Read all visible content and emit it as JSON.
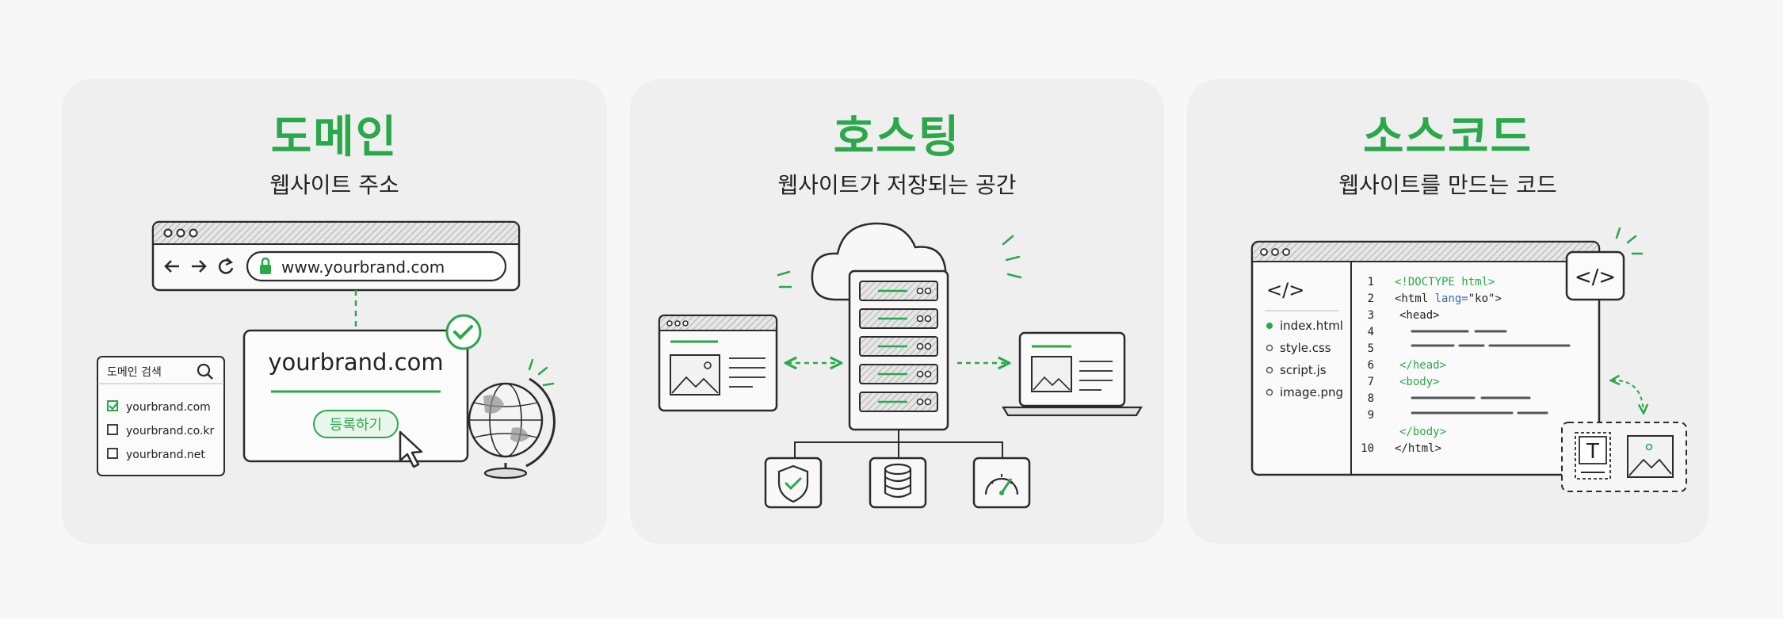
{
  "colors": {
    "accent": "#2aa84a",
    "line": "#2b2b2b",
    "panel": "#efefef",
    "background": "#f7f7f7"
  },
  "domain": {
    "title": "도메인",
    "subtitle": "웹사이트 주소",
    "url_bar_text": "www.yourbrand.com",
    "card_domain": "yourbrand.com",
    "register_button": "등록하기",
    "search_title": "도메인 검색",
    "search_results": [
      {
        "label": "yourbrand.com",
        "checked": true
      },
      {
        "label": "yourbrand.co.kr",
        "checked": false
      },
      {
        "label": "yourbrand.net",
        "checked": false
      }
    ],
    "icons": [
      "back-arrow-icon",
      "forward-arrow-icon",
      "reload-icon",
      "lock-icon",
      "search-icon",
      "checkmark-badge-icon",
      "cursor-icon",
      "globe-icon"
    ]
  },
  "hosting": {
    "title": "호스팅",
    "subtitle": "웹사이트가 저장되는 공간",
    "icons": [
      "cloud-icon",
      "server-icon",
      "browser-window-icon",
      "laptop-icon",
      "shield-icon",
      "database-icon",
      "speed-gauge-icon"
    ]
  },
  "source": {
    "title": "소스코드",
    "subtitle": "웹사이트를 만드는 코드",
    "sidebar_symbol": "</>",
    "badge_symbol": "</>",
    "text_box_symbol": "T",
    "files": [
      "index.html",
      "style.css",
      "script.js",
      "image.png"
    ],
    "line_numbers": [
      "1",
      "2",
      "3",
      "4",
      "5",
      "6",
      "7",
      "8",
      "9",
      "10"
    ],
    "code": {
      "doctype": "<!DOCTYPE html>",
      "html_open_tag": "<html",
      "html_attr": "lang=",
      "html_attr_value": "\"ko\"",
      "html_open_end": ">",
      "head_open": "<head>",
      "head_close": "</head>",
      "body_open": "<body>",
      "body_close": "</body>",
      "html_close": "</html>"
    }
  }
}
